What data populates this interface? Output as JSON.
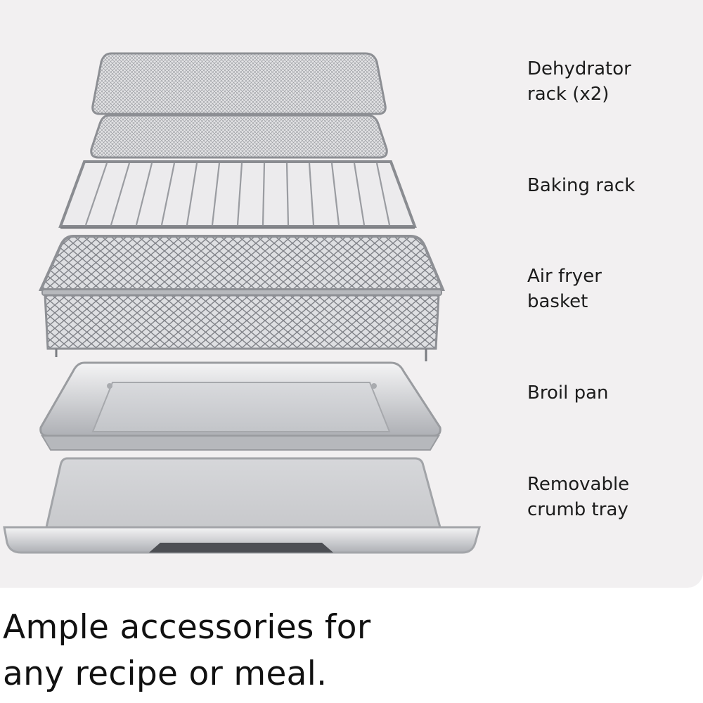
{
  "accessories": [
    {
      "id": "dehydrator-rack",
      "label": "Dehydrator\nrack (x2)"
    },
    {
      "id": "baking-rack",
      "label": "Baking rack"
    },
    {
      "id": "air-fryer-basket",
      "label": "Air fryer\nbasket"
    },
    {
      "id": "broil-pan",
      "label": "Broil pan"
    },
    {
      "id": "crumb-tray",
      "label": "Removable\ncrumb tray"
    }
  ],
  "headline": "Ample accessories for\nany recipe or meal."
}
